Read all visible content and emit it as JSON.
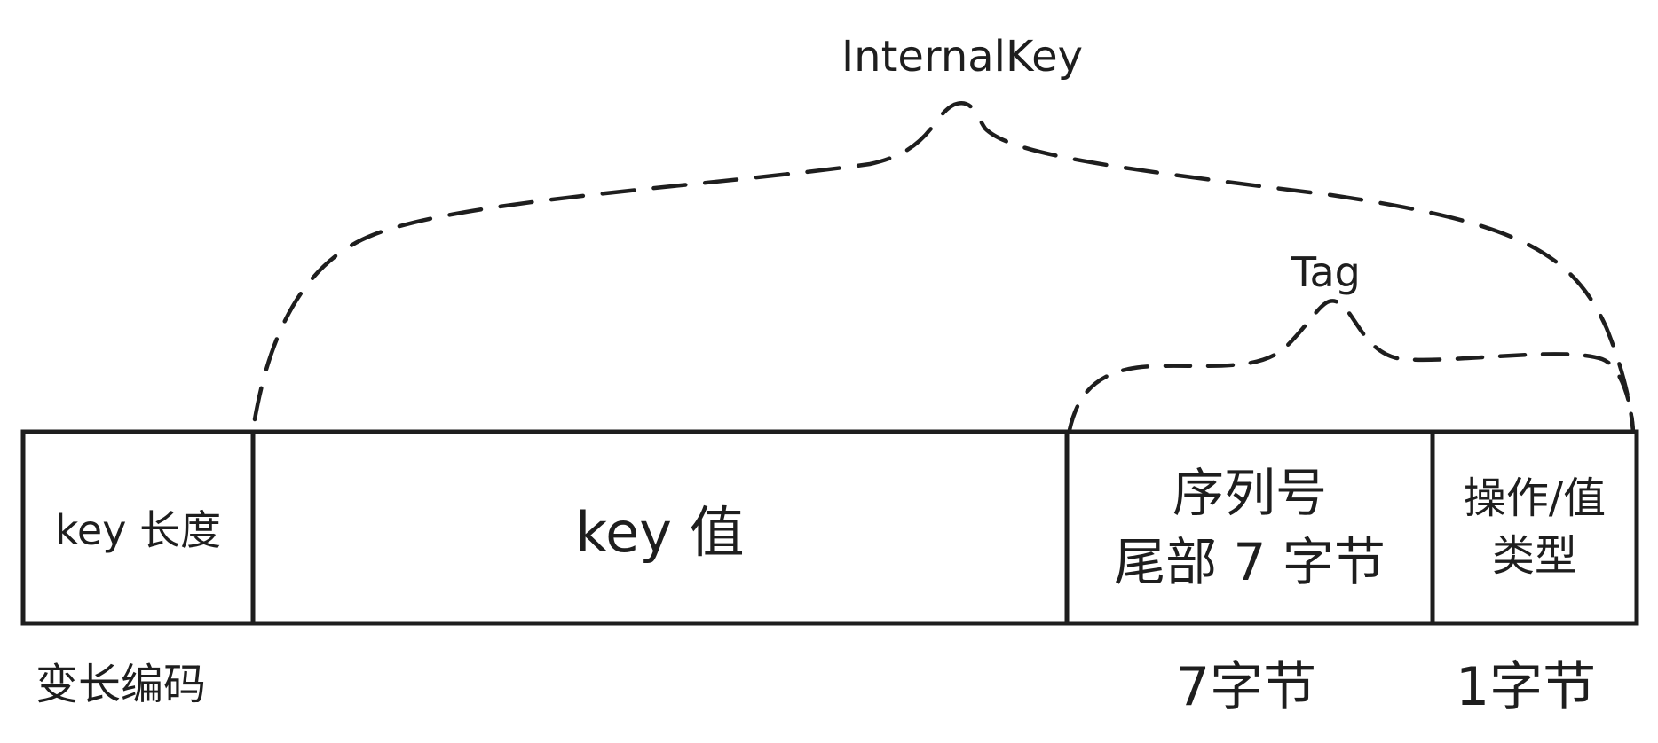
{
  "diagram": {
    "title": "InternalKey layout",
    "brace_labels": {
      "internal_key": "InternalKey",
      "tag": "Tag"
    },
    "fields": [
      {
        "id": "key-length",
        "lines": [
          "key 长度"
        ],
        "below": "变长编码"
      },
      {
        "id": "key-value",
        "lines": [
          "key 值"
        ],
        "below": ""
      },
      {
        "id": "sequence",
        "lines": [
          "序列号",
          "尾部 7 字节"
        ],
        "below": "7字节"
      },
      {
        "id": "value-type",
        "lines": [
          "操作/值",
          "类型"
        ],
        "below": "1字节"
      }
    ],
    "colors": {
      "stroke": "#1e1e1e",
      "background": "#ffffff"
    }
  }
}
